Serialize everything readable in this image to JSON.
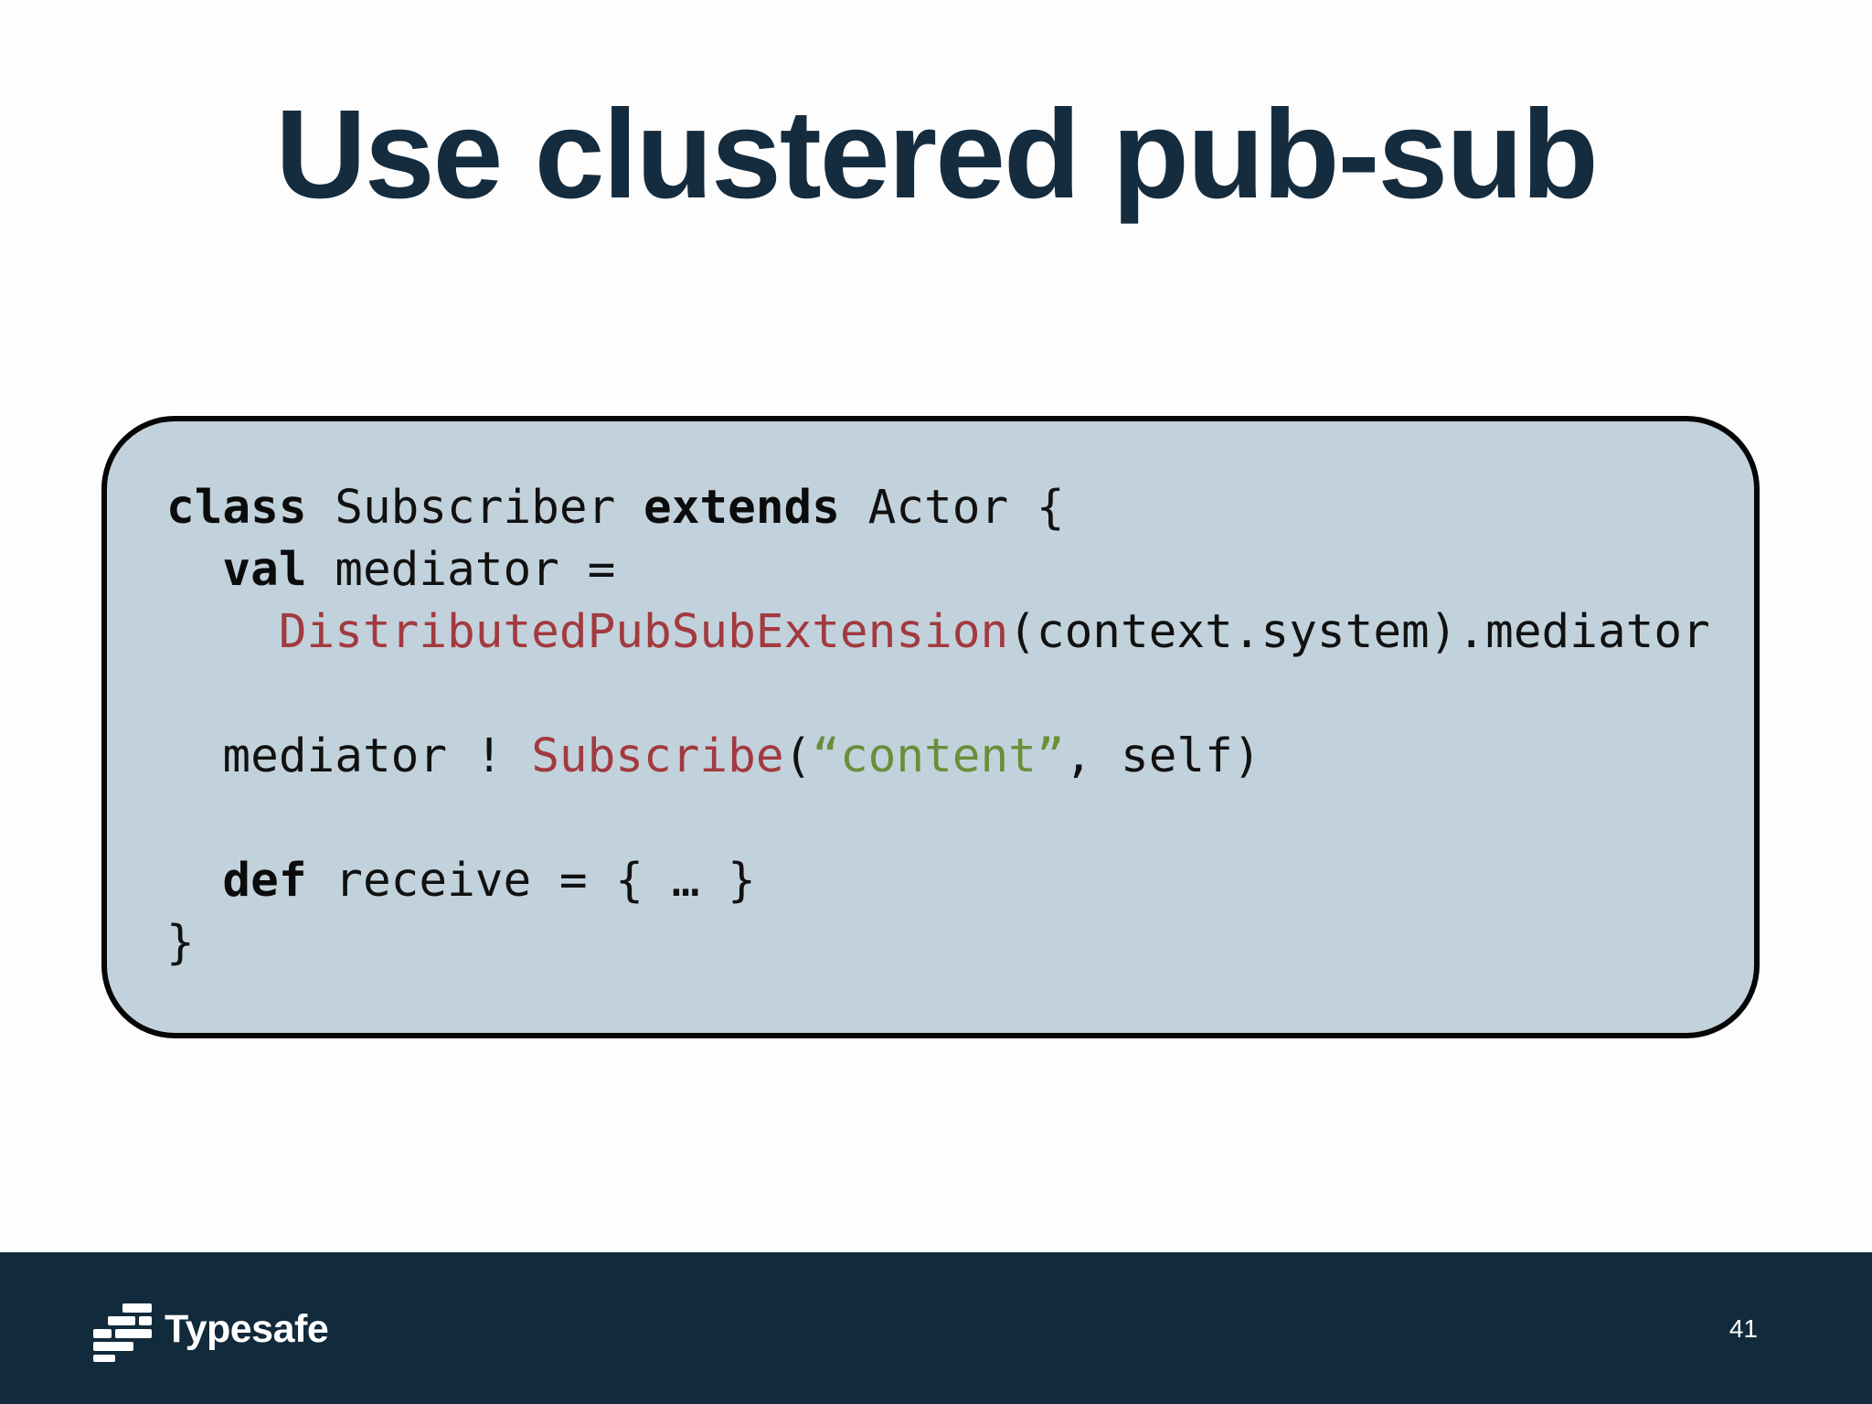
{
  "slide": {
    "title": "Use clustered pub-sub",
    "page_number": "41"
  },
  "code": {
    "line1": {
      "kw1": "class",
      "t1": " Subscriber ",
      "kw2": "extends",
      "t2": " Actor {"
    },
    "line2": {
      "indent": "  ",
      "kw": "val",
      "t": " mediator ="
    },
    "line3": {
      "indent": "    ",
      "fn": "DistributedPubSubExtension",
      "t": "(context.system).mediator"
    },
    "line5": {
      "indent": "  ",
      "t1": "mediator ! ",
      "fn": "Subscribe",
      "t2": "(",
      "str": "“content”",
      "t3": ", self)"
    },
    "line7": {
      "indent": "  ",
      "kw": "def",
      "t": " receive = { … }"
    },
    "line8": {
      "t": "}"
    }
  },
  "footer": {
    "brand": "Typesafe",
    "logo_icon": "typesafe-logo-icon"
  },
  "colors": {
    "title": "#152c3f",
    "code_background": "#c2d2dc",
    "keyword": "#0b0b0b",
    "function": "#a23a3f",
    "string": "#6b8e3a",
    "footer_background": "#122b3c"
  }
}
